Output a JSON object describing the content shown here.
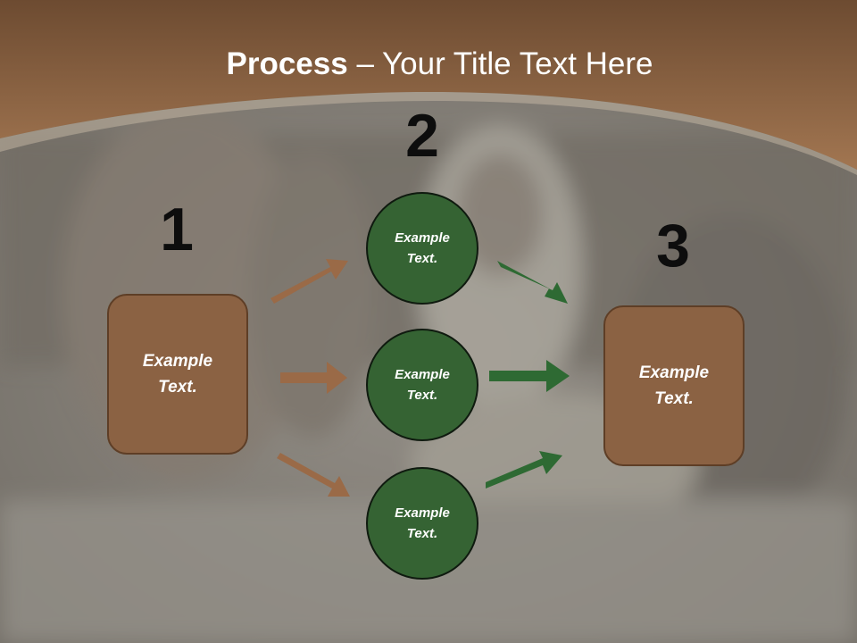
{
  "title": {
    "bold": "Process",
    "rest": " – Your Title Text Here"
  },
  "steps": {
    "one": "1",
    "two": "2",
    "three": "3"
  },
  "left_box": {
    "text": "Example Text."
  },
  "circles": [
    {
      "text": "Example Text."
    },
    {
      "text": "Example Text."
    },
    {
      "text": "Example Text."
    }
  ],
  "right_box": {
    "text": "Example Text."
  },
  "colors": {
    "header_brown": "#8b6243",
    "box_brown": "#8b6243",
    "circle_green": "#356333",
    "arrow_green": "#2e6a33",
    "arrow_brown": "#9a6a47"
  }
}
